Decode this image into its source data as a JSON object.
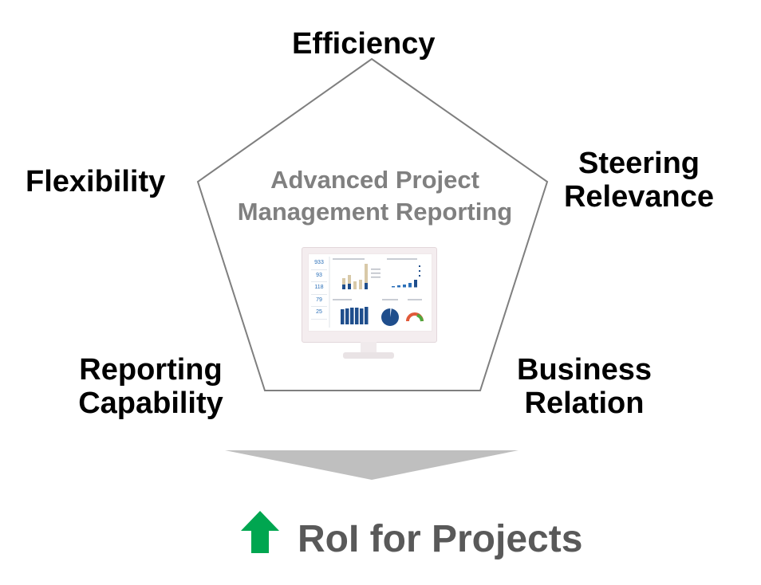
{
  "core": {
    "line1": "Advanced Project",
    "line2": "Management Reporting"
  },
  "pillars": {
    "top": "Efficiency",
    "upper_right": [
      "Steering",
      "Relevance"
    ],
    "lower_right": [
      "Business",
      "Relation"
    ],
    "lower_left": [
      "Reporting",
      "Capability"
    ],
    "upper_left": "Flexibility"
  },
  "monitor": {
    "kpis": [
      "933",
      "93",
      "118",
      "79",
      "25"
    ]
  },
  "outcome": {
    "text": "RoI for Projects",
    "arrow_color": "#00a650",
    "text_color": "#595959"
  },
  "colors": {
    "pentagon_stroke": "#7f7f7f",
    "down_arrow": "#bfbfbf",
    "core_text": "#808080"
  }
}
